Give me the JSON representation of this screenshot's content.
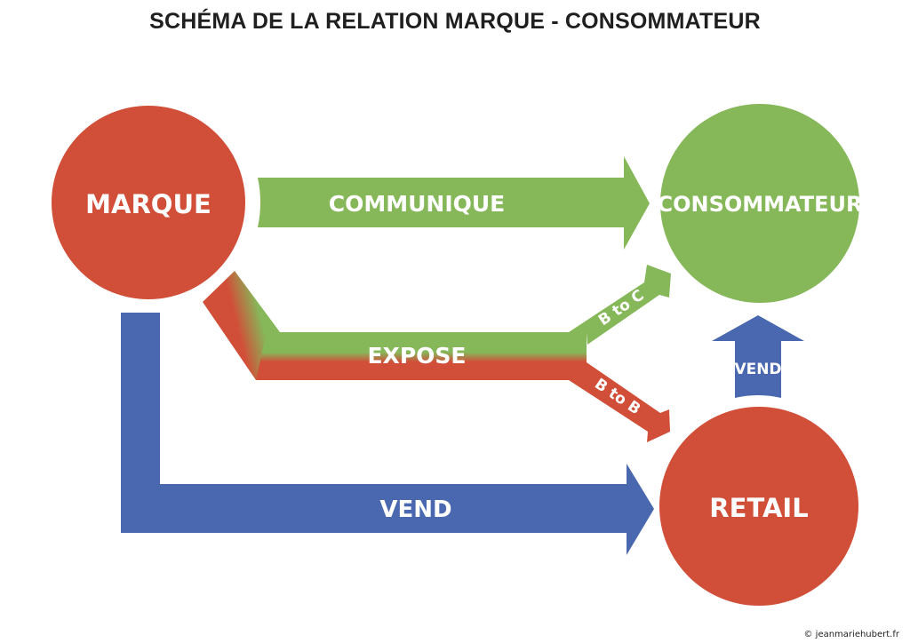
{
  "title": "SCHÉMA DE LA RELATION MARQUE - CONSOMMATEUR",
  "colors": {
    "red": "#d14f38",
    "green": "#86b85a",
    "blue": "#4a68b0"
  },
  "nodes": {
    "marque": "MARQUE",
    "consommateur": "CONSOMMATEUR",
    "retail": "RETAIL"
  },
  "arrows": {
    "communique": "COMMUNIQUE",
    "expose": "EXPOSE",
    "b_to_c": "B to C",
    "b_to_b": "B to B",
    "vend_marque_retail": "VEND",
    "vend_retail_consommateur": "VEND"
  },
  "credit": "© jeanmariehubert.fr"
}
